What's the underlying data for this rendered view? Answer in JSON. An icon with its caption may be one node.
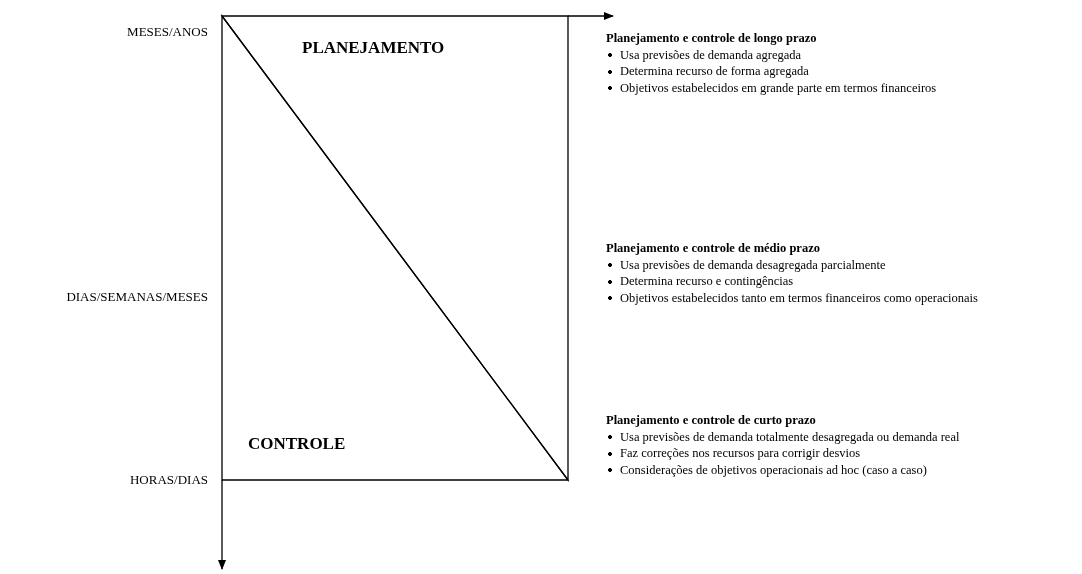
{
  "diagram": {
    "nodes": [
      {
        "text": [
          "PLANEJAMENTO"
        ]
      },
      {
        "text": [
          "CONTROLE"
        ]
      }
    ],
    "edges": [],
    "labels": [
      "MESES/ANOS",
      "Planejamento e controle de longo prazo",
      "Usa previsões de demanda agregada",
      "Determina recurso de forma agregada",
      "Objetivos estabelecidos em grande parte em termos financeiros",
      "Planejamento e controle de médio prazo",
      "Usa previsões de demanda desagregada parcialmente",
      "Determina recurso e contingências",
      "Objetivos estabelecidos tanto em termos financeiros como operacionais",
      "DIAS/SEMANAS/MESES",
      "Planejamento e controle de curto prazo",
      "Usa previsões de demanda totalmente desagregada ou demanda real",
      "Faz correções nos recursos para corrigir desvios",
      "Considerações de objetivos operacionais ad hoc (caso a caso)",
      "HORAS/DIAS"
    ]
  }
}
